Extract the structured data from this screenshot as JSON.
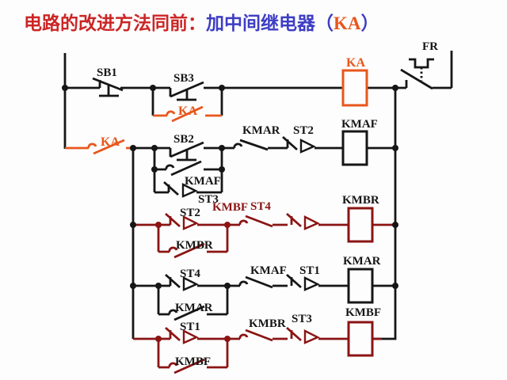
{
  "title": {
    "part1_red": "电路的改进方法同前：",
    "part2_blue": "加中间继电器（",
    "part3_orange": "KA",
    "part4_blue": "）"
  },
  "colors": {
    "black": "#161616",
    "orange": "#E8571D",
    "darkred": "#8B1414",
    "title_red": "#CC2525",
    "title_blue": "#3D3DC4",
    "bg": "#FDFDFD"
  },
  "labels": {
    "sb1": "SB1",
    "sb3": "SB3",
    "ka_branch_row1": "KA",
    "ka_coil": "KA",
    "fr": "FR",
    "ka_contact_row2": "KA",
    "sb2": "SB2",
    "kmaf_branch": "KMAF",
    "st3_branch": "ST3",
    "kmar_nc_row2": "KMAR",
    "st2_row2": "ST2",
    "kmaf_coil": "KMAF",
    "st2_row3": "ST2",
    "kmbr_branch": "KMBR",
    "kmbf_nc_row3": "KMBF",
    "st4_row3": "ST4",
    "kmbr_coil": "KMBR",
    "st4_row4": "ST4",
    "kmar_branch": "KMAR",
    "kmaf_nc_row4": "KMAF",
    "st1_row4": "ST1",
    "kmar_coil": "KMAR",
    "st1_row5": "ST1",
    "kmbf_branch": "KMBF",
    "kmbr_nc_row5": "KMBR",
    "st3_row5": "ST3",
    "kmbf_coil": "KMBF"
  }
}
